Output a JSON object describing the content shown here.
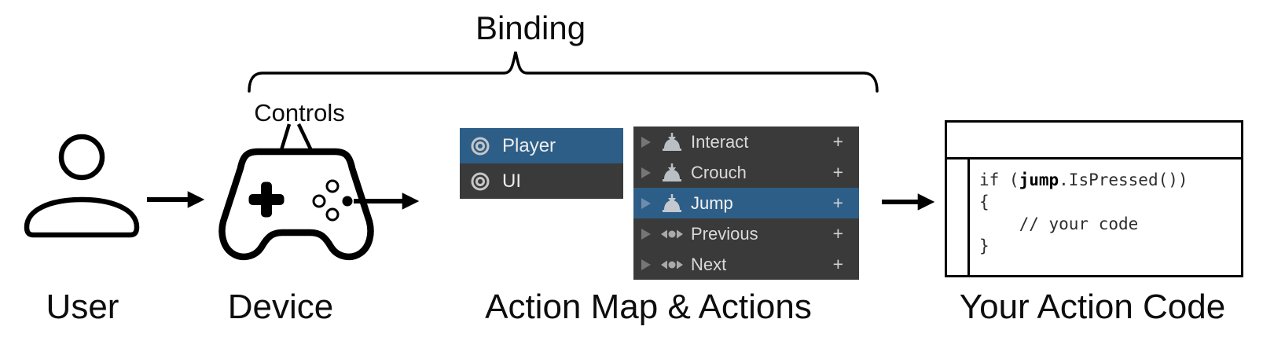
{
  "title": "Binding",
  "labels": {
    "controls": "Controls",
    "user": "User",
    "device": "Device",
    "action_map": "Action Map & Actions",
    "action_code": "Your Action Code"
  },
  "colors": {
    "selection_blue": "#2d5e88",
    "panel_gray": "#3a3a3a",
    "row_text": "#d9d9d9",
    "icon_gray": "#b9bfc4",
    "triangle_gray": "#767676"
  },
  "action_map_panel": {
    "rows": [
      {
        "label": "Player",
        "selected": true
      },
      {
        "label": "UI",
        "selected": false
      }
    ]
  },
  "actions_panel": {
    "add_label": "+",
    "rows": [
      {
        "label": "Interact",
        "icon": "button-icon",
        "selected": false
      },
      {
        "label": "Crouch",
        "icon": "button-icon",
        "selected": false
      },
      {
        "label": "Jump",
        "icon": "button-icon",
        "selected": true
      },
      {
        "label": "Previous",
        "icon": "axis-icon",
        "selected": false
      },
      {
        "label": "Next",
        "icon": "axis-icon",
        "selected": false
      }
    ]
  },
  "code_box": {
    "line1_pre": "if (",
    "line1_bold": "jump",
    "line1_post": ".IsPressed())",
    "line2": "{",
    "line3": "    // your code",
    "line4": "}"
  }
}
